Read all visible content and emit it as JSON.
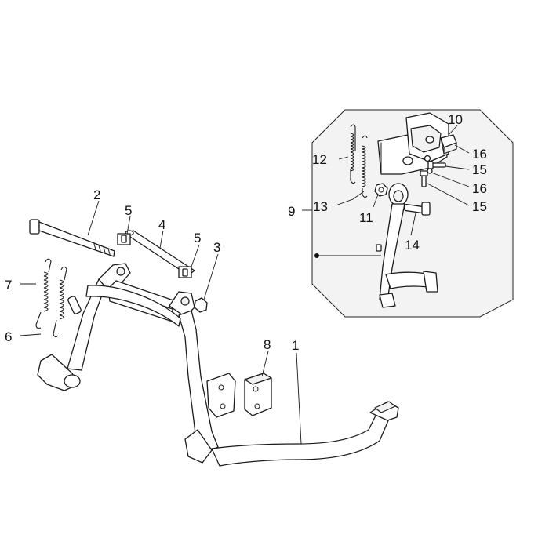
{
  "labels": {
    "l1": "1",
    "l2": "2",
    "l3": "3",
    "l4": "4",
    "l5a": "5",
    "l5b": "5",
    "l6": "6",
    "l7": "7",
    "l8": "8",
    "l9": "9",
    "l10": "10",
    "l11": "11",
    "l12": "12",
    "l13": "13",
    "l14": "14",
    "l15a": "15",
    "l15b": "15",
    "l16a": "16",
    "l16b": "16"
  }
}
